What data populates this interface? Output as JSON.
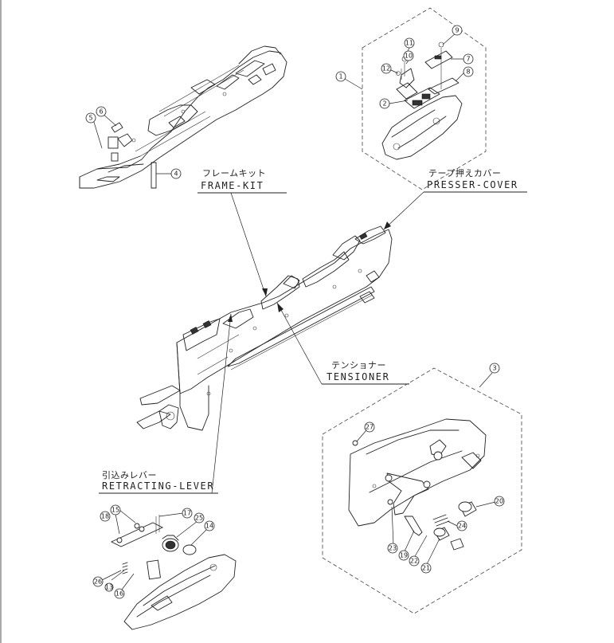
{
  "labels": {
    "frame_kit": {
      "jp": "フレームキット",
      "en": "FRAME-KIT"
    },
    "presser_cover": {
      "jp": "テープ押えカバー",
      "en": "PRESSER-COVER"
    },
    "tensioner": {
      "jp": "テンショナー",
      "en": "TENSIONER"
    },
    "retracting_lever": {
      "jp": "引込みレバー",
      "en": "RETRACTING-LEVER"
    }
  },
  "balloons": [
    "1",
    "2",
    "3",
    "4",
    "5",
    "6",
    "7",
    "8",
    "9",
    "10",
    "11",
    "12",
    "13",
    "14",
    "15",
    "16",
    "17",
    "18",
    "19",
    "20",
    "21",
    "22",
    "23",
    "24",
    "25",
    "26",
    "27"
  ]
}
